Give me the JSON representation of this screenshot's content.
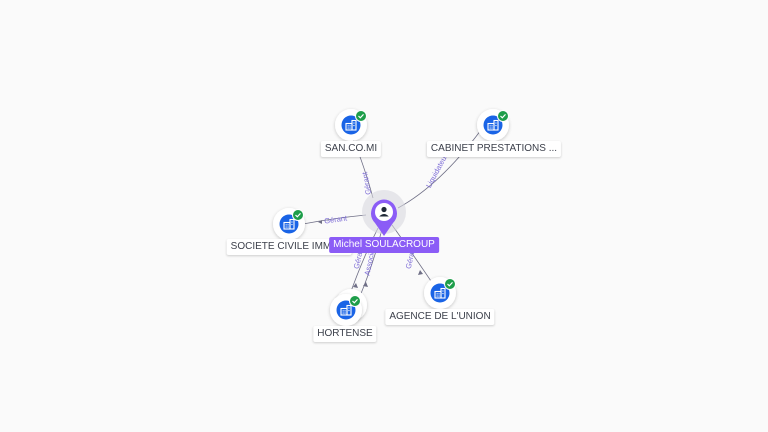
{
  "colors": {
    "company_blue": "#1a64e6",
    "verified_green": "#1e9e4a",
    "person_purple": "#8b5cf6",
    "edge_gray": "#6f6f86",
    "edge_label_purple": "#7c6bd6",
    "label_text": "#3b3f4a",
    "background": "#fafafa"
  },
  "person": {
    "name": "Michel SOULACROUP",
    "icon": "user-icon"
  },
  "companies": [
    {
      "id": "sancomi",
      "name": "SAN.CO.MI",
      "icon": "company-building-icon",
      "verified": true
    },
    {
      "id": "cabinet",
      "name": "CABINET PRESTATIONS ...",
      "icon": "company-building-icon",
      "verified": true
    },
    {
      "id": "societe",
      "name": "SOCIETE CIVILE IMMO...",
      "icon": "company-building-icon",
      "verified": true
    },
    {
      "id": "hortense",
      "name": "HORTENSE",
      "icon": "company-building-icon",
      "verified": true
    },
    {
      "id": "agence",
      "name": "AGENCE DE L'UNION",
      "icon": "company-building-icon",
      "verified": true
    }
  ],
  "relations": [
    {
      "to": "sancomi",
      "label": "Gérant"
    },
    {
      "to": "cabinet",
      "label": "Liquidateur"
    },
    {
      "to": "societe",
      "label": "Gérant"
    },
    {
      "to": "hortense",
      "label": "Gérant"
    },
    {
      "to": "hortense",
      "label": "Associé"
    },
    {
      "to": "agence",
      "label": "Gérant"
    }
  ]
}
